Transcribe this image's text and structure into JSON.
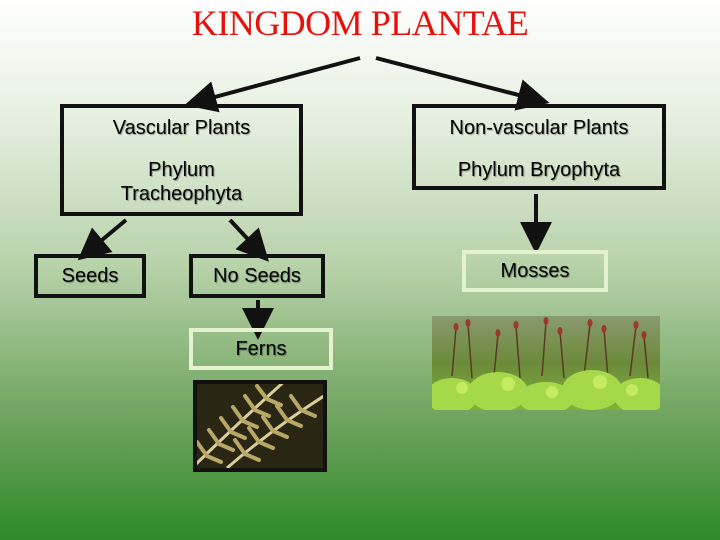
{
  "title": "KINGDOM PLANTAE",
  "nodes": {
    "vascular": {
      "line1": "Vascular Plants",
      "line2": "Phylum",
      "line3": "Tracheophyta"
    },
    "nonvascular": {
      "line1": "Non-vascular Plants",
      "line2": "Phylum Bryophyta"
    },
    "seeds": "Seeds",
    "no_seeds": "No Seeds",
    "ferns": "Ferns",
    "mosses": "Mosses"
  },
  "colors": {
    "title": "#e8100c",
    "box_border": "#111111",
    "light_border": "#e4f2d0"
  },
  "images": {
    "fern_photo": "fern-frond-photo",
    "moss_photo": "moss-photo"
  }
}
